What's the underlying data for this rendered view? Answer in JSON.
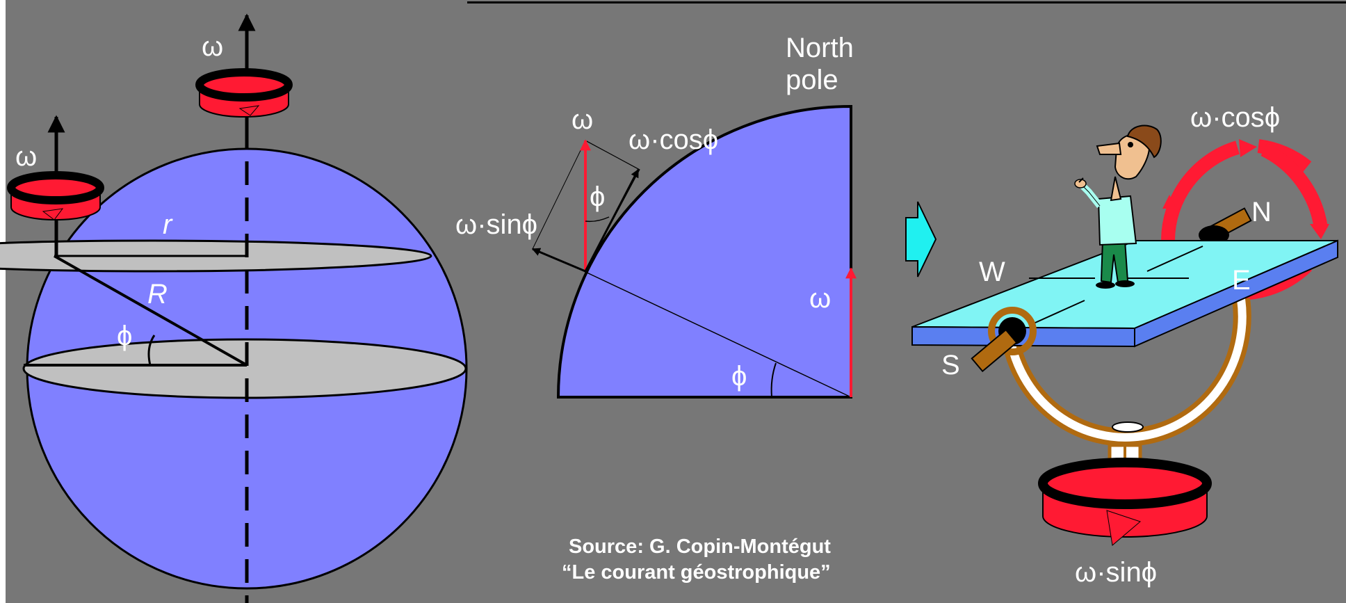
{
  "labels": {
    "omega": "ω",
    "omega_left": "ω",
    "r": "r",
    "R": "R",
    "phi": "ϕ",
    "north_line1": "North",
    "north_line2": "pole",
    "omega_cos": "ω·cosϕ",
    "omega_sin": "ω·sinϕ",
    "omega_mid": "ω",
    "phi_mid": "ϕ",
    "phi_base": "ϕ",
    "omega_cos_right": "ω·cosϕ",
    "omega_sin_right": "ω·sinϕ",
    "compass": {
      "n": "N",
      "s": "S",
      "e": "E",
      "w": "W"
    }
  },
  "source": {
    "line1": "Source: G. Copin-Montégut",
    "line2": "“Le courant géostrophique”"
  },
  "colors": {
    "background": "#777777",
    "sphere": "#8080ff",
    "disc": "#c0c0c0",
    "arrow_red": "#ff1a33",
    "platform_top": "#80f4f4",
    "platform_side": "#5a7ff0",
    "stand": "#b06a10",
    "cyan_arrow": "#20f0f0"
  }
}
